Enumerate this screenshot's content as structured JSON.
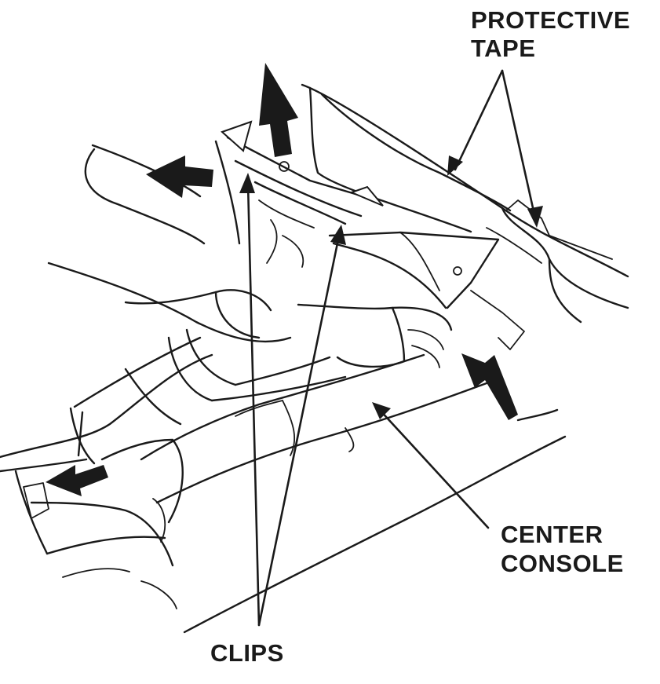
{
  "labels": {
    "protective_tape_line1": "PROTECTIVE",
    "protective_tape_line2": "TAPE",
    "center_console_line1": "CENTER",
    "center_console_line2": "CONSOLE",
    "clips": "CLIPS"
  },
  "colors": {
    "ink": "#1a1a1a",
    "background": "#ffffff"
  }
}
